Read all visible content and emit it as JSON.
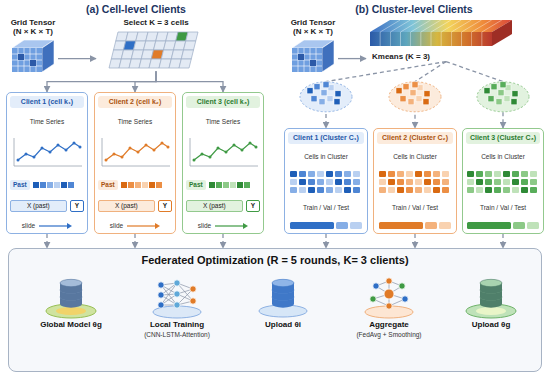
{
  "diagram": {
    "nodes": [
      {
        "text": [
          "Grid Tensor (N × K × T)"
        ]
      },
      {
        "text": [
          "Select K = 3 cells"
        ]
      },
      {
        "text": [
          "Client 1 (cell k₁)",
          "Time Series",
          "Past",
          "X (past)",
          "Y",
          "slide"
        ]
      },
      {
        "text": [
          "Client 2 (cell k₂)",
          "Time Series",
          "Past",
          "X (past)",
          "Y",
          "slide"
        ]
      },
      {
        "text": [
          "Client 3 (cell k₃)",
          "Time Series",
          "Past",
          "X (past)",
          "Y",
          "slide"
        ]
      },
      {
        "text": [
          "Grid Tensor (N × K × T)"
        ]
      },
      {
        "text": [
          "Kmeans (K = 3)"
        ]
      },
      {
        "text": [
          "Client 1 (Cluster C₁)",
          "Cells in Cluster",
          "Train / Val / Test"
        ]
      },
      {
        "text": [
          "Client 2 (Cluster C₂)",
          "Cells in Cluster",
          "Train / Val / Test"
        ]
      },
      {
        "text": [
          "Client 3 (Cluster C₃)",
          "Cells in Cluster",
          "Train / Val / Test"
        ]
      },
      {
        "text": [
          "Federated Optimization (R = 5 rounds, K= 3 clients)"
        ]
      },
      {
        "text": [
          "Global Model θg"
        ],
        "in": 10
      },
      {
        "text": [
          "Local Training",
          "(CNN-LSTM-Attention)"
        ],
        "in": 10
      },
      {
        "text": [
          "Upload θi"
        ],
        "in": 10
      },
      {
        "text": [
          "Aggregate",
          "(FedAvg + Smoothing)"
        ],
        "in": 10
      },
      {
        "text": [
          "Upload θg"
        ],
        "in": 10
      }
    ],
    "edges": [
      {
        "from": 0,
        "to": 1,
        "arrow": "to"
      },
      {
        "from": 1,
        "to": 2,
        "arrow": "to"
      },
      {
        "from": 1,
        "to": 3,
        "arrow": "to"
      },
      {
        "from": 1,
        "to": 4,
        "arrow": "to"
      },
      {
        "from": 5,
        "to": 6,
        "arrow": "to"
      },
      {
        "from": 6,
        "to": 7,
        "arrow": "to"
      },
      {
        "from": 6,
        "to": 8,
        "arrow": "to"
      },
      {
        "from": 6,
        "to": 9,
        "arrow": "to"
      },
      {
        "from": 2,
        "to": 10,
        "arrow": "to"
      },
      {
        "from": 3,
        "to": 10,
        "arrow": "to"
      },
      {
        "from": 4,
        "to": 10,
        "arrow": "to"
      },
      {
        "from": 7,
        "to": 10,
        "arrow": "to"
      },
      {
        "from": 8,
        "to": 10,
        "arrow": "to"
      },
      {
        "from": 9,
        "to": 10,
        "arrow": "to"
      },
      {
        "from": 11,
        "to": 12,
        "arrow": "to"
      },
      {
        "from": 12,
        "to": 13,
        "arrow": "to"
      },
      {
        "from": 13,
        "to": 14,
        "arrow": "to"
      },
      {
        "from": 14,
        "to": 15,
        "arrow": "to"
      }
    ],
    "labels": [
      "(a) Cell-level Clients",
      "(b) Cluster-level Clients"
    ]
  }
}
